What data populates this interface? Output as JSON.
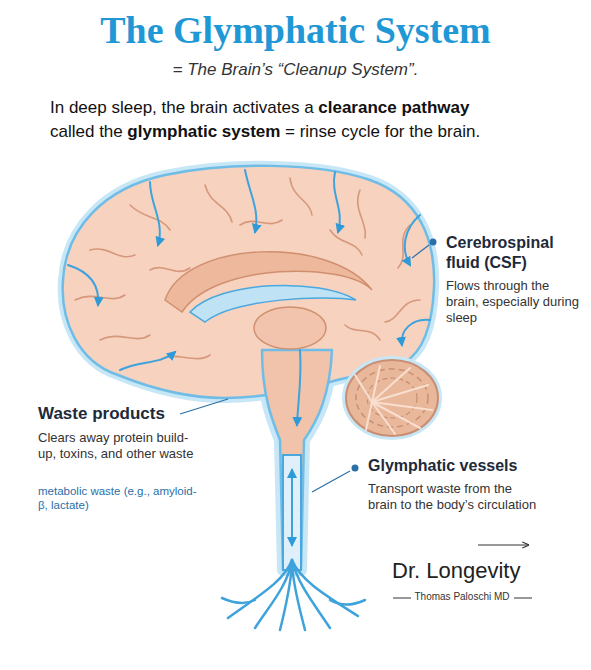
{
  "diagram": {
    "title": "The Glymphatic System",
    "labels": [
      "= The Brain’s “Cleanup System”.",
      "In deep sleep, the brain activates a",
      "clearance pathway",
      "called the",
      "glymphatic system",
      "= rinse cycle for the brain.",
      "Cerebrospinal fluid (CSF)",
      "Flows through the brain, especially during sleep",
      "Waste products",
      "Clears away protein build-up, toxins, and other waste",
      "metabolic waste (e.g., amyloid-β, lactate)",
      "Glymphatic vessels",
      "Transport waste from the brain to the body’s circulation",
      "Dr. Longevity",
      "Thomas Paloschi MD"
    ]
  }
}
